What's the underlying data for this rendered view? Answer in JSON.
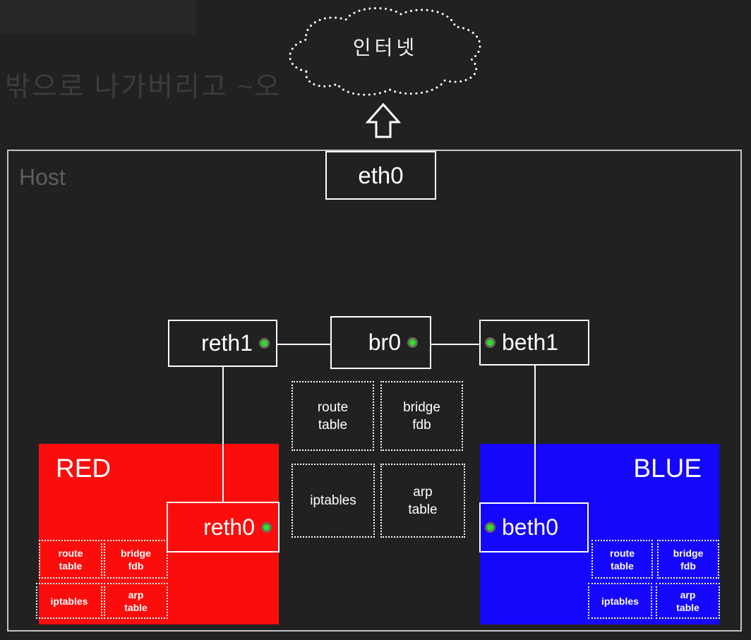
{
  "canvas": {
    "background": "#212121",
    "note_text": "밖으로 나가버리고 ~오"
  },
  "internet": {
    "label": "인터넷"
  },
  "host": {
    "label": "Host",
    "uplink_interface": {
      "label": "eth0"
    },
    "interfaces": {
      "reth1": {
        "label": "reth1"
      },
      "br0": {
        "label": "br0"
      },
      "beth1": {
        "label": "beth1"
      }
    },
    "tables": {
      "route": {
        "line1": "route",
        "line2": "table"
      },
      "bridge_fdb": {
        "line1": "bridge",
        "line2": "fdb"
      },
      "iptables": {
        "line1": "iptables"
      },
      "arp": {
        "line1": "arp",
        "line2": "table"
      }
    }
  },
  "namespaces": {
    "red": {
      "label": "RED",
      "fill_color": "#fb0d0c",
      "interface": {
        "label": "reth0"
      },
      "tables": {
        "route": {
          "line1": "route",
          "line2": "table"
        },
        "bridge_fdb": {
          "line1": "bridge",
          "line2": "fdb"
        },
        "iptables": {
          "line1": "iptables"
        },
        "arp": {
          "line1": "arp",
          "line2": "table"
        }
      }
    },
    "blue": {
      "label": "BLUE",
      "fill_color": "#1507fb",
      "interface": {
        "label": "beth0"
      },
      "tables": {
        "route": {
          "line1": "route",
          "line2": "table"
        },
        "bridge_fdb": {
          "line1": "bridge",
          "line2": "fdb"
        },
        "iptables": {
          "line1": "iptables"
        },
        "arp": {
          "line1": "arp",
          "line2": "table"
        }
      }
    }
  },
  "colors": {
    "green_dot": "#2ae02a",
    "interface_border": "#ffffff",
    "host_border": "#c4c4c4",
    "note_text_color": "#3c3c3c"
  }
}
